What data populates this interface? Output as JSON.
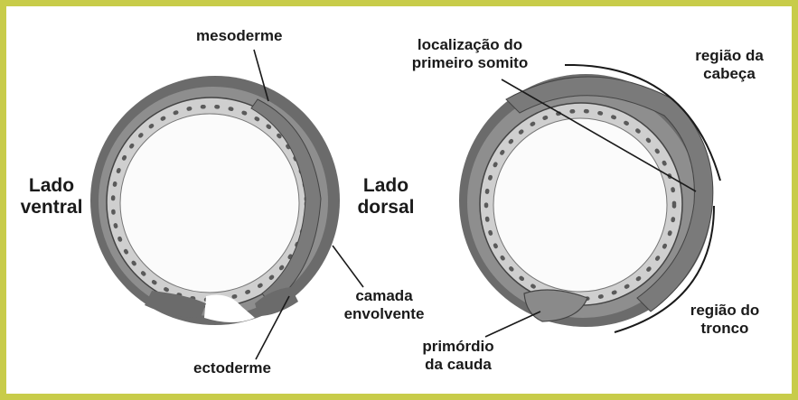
{
  "colors": {
    "frame": "#c8cc4a",
    "outer_layer": "#6b6b6b",
    "mesoderm_layer": "#8e8e8e",
    "inner_layer": "#cfcfcf",
    "yolk": "#fbfbfb",
    "dots": "#5a5a5a",
    "ink": "#1a1a1a"
  },
  "left_embryo": {
    "mesoderme": "mesoderme",
    "lado_ventral": [
      "Lado",
      "ventral"
    ],
    "lado_dorsal": [
      "Lado",
      "dorsal"
    ],
    "camada_envolvente": [
      "camada",
      "envolvente"
    ],
    "ectoderme": "ectoderme"
  },
  "right_embryo": {
    "primeiro_somito": [
      "localização do",
      "primeiro somito"
    ],
    "regiao_cabeca": [
      "região da",
      "cabeça"
    ],
    "regiao_tronco": [
      "região do",
      "tronco"
    ],
    "primordio_cauda": [
      "primórdio",
      "da cauda"
    ]
  }
}
